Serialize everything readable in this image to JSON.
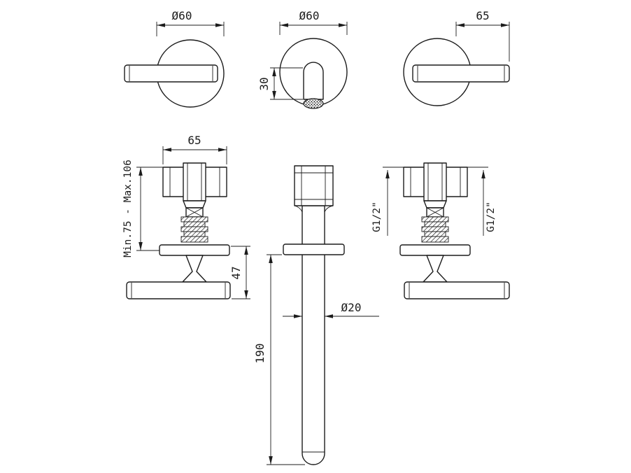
{
  "drawing": {
    "colors": {
      "line": "#1c1c1c",
      "background": "#ffffff"
    }
  },
  "views": {
    "front_handle_left": {
      "dim_diameter": "Ø60"
    },
    "front_spout": {
      "dim_diameter": "Ø60",
      "dim_projection": "30"
    },
    "front_handle_right": {
      "dim_length": "65"
    },
    "side_valve_left": {
      "dim_width": "65",
      "dim_depth_range": "Min.75 - Max.106",
      "dim_handle_offset": "47"
    },
    "side_spout": {
      "dim_tube_diameter": "Ø20",
      "dim_tube_length": "190"
    },
    "side_valve_right": {
      "dim_thread_left": "G1/2\"",
      "dim_thread_right": "G1/2\""
    }
  }
}
